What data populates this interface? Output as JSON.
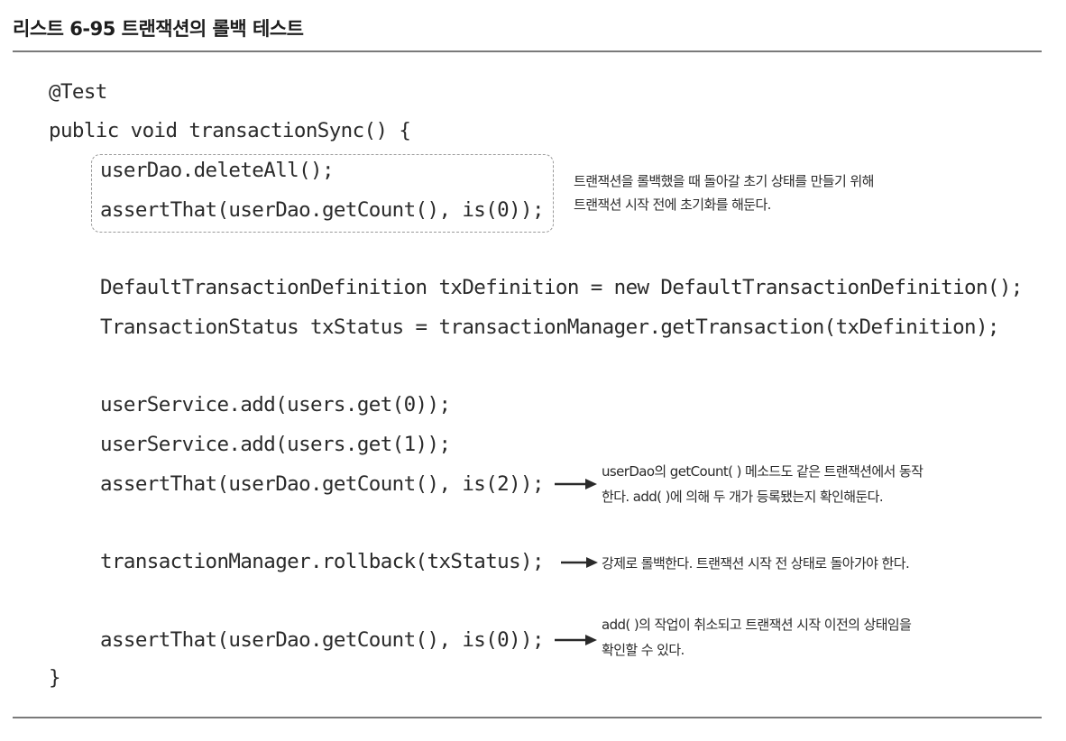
{
  "title": "리스트 6-95 트랜잭션의 롤백 테스트",
  "code_lines": [
    "@Test",
    "public void transactionSync() {",
    "userDao.deleteAll();",
    "assertThat(userDao.getCount(), is(0));",
    "DefaultTransactionDefinition txDefinition = new DefaultTransactionDefinition();",
    "TransactionStatus txStatus = transactionManager.getTransaction(txDefinition);",
    "userService.add(users.get(0));",
    "userService.add(users.get(1));",
    "assertThat(userDao.getCount(), is(2));",
    "transactionManager.rollback(txStatus);",
    "assertThat(userDao.getCount(), is(0));",
    "}"
  ],
  "annotations": {
    "init_note": [
      "트랜잭션을 롤백했을 때 돌아갈 초기 상태를 만들기 위해",
      "트랜잭션 시작 전에 초기화를 해둔다."
    ],
    "count_note": [
      "userDao의 getCount( ) 메소드도 같은 트랜잭션에서 동작",
      "한다. add( )에 의해 두 개가 등록됐는지 확인해둔다."
    ],
    "rollback_note": [
      "강제로 롤백한다. 트랜잭션 시작 전 상태로 돌아가야 한다."
    ],
    "final_note": [
      "add( )의 작업이 취소되고 트랜잭션 시작 이전의 상태임을",
      "확인할 수 있다."
    ]
  }
}
